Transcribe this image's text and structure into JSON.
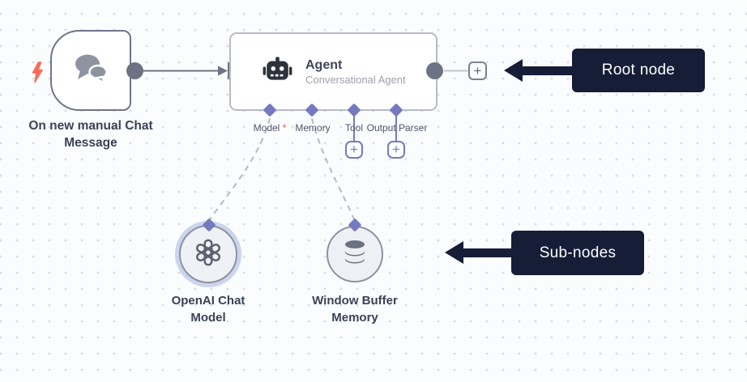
{
  "trigger_node": {
    "label": "On new manual Chat Message",
    "icon": "chat-bubbles"
  },
  "agent_node": {
    "title": "Agent",
    "subtitle": "Conversational Agent",
    "icon": "robot",
    "inputs": [
      {
        "label": "Model",
        "required_marker": "*"
      },
      {
        "label": "Memory"
      },
      {
        "label": "Tool"
      },
      {
        "label": "Output Parser"
      }
    ]
  },
  "sub_nodes": [
    {
      "label": "OpenAI Chat Model",
      "icon": "openai-logo"
    },
    {
      "label": "Window Buffer Memory",
      "icon": "database"
    }
  ],
  "callouts": {
    "root": "Root node",
    "sub": "Sub-nodes"
  },
  "icons": {
    "plus": "+"
  },
  "colors": {
    "accent_purple": "#757abf",
    "connector_gray": "#6d7382",
    "callout_bg": "#161d36",
    "trigger_bolt": "#fa6b57",
    "required_red": "#e9564f",
    "canvas_bg": "#fbfcfe"
  }
}
